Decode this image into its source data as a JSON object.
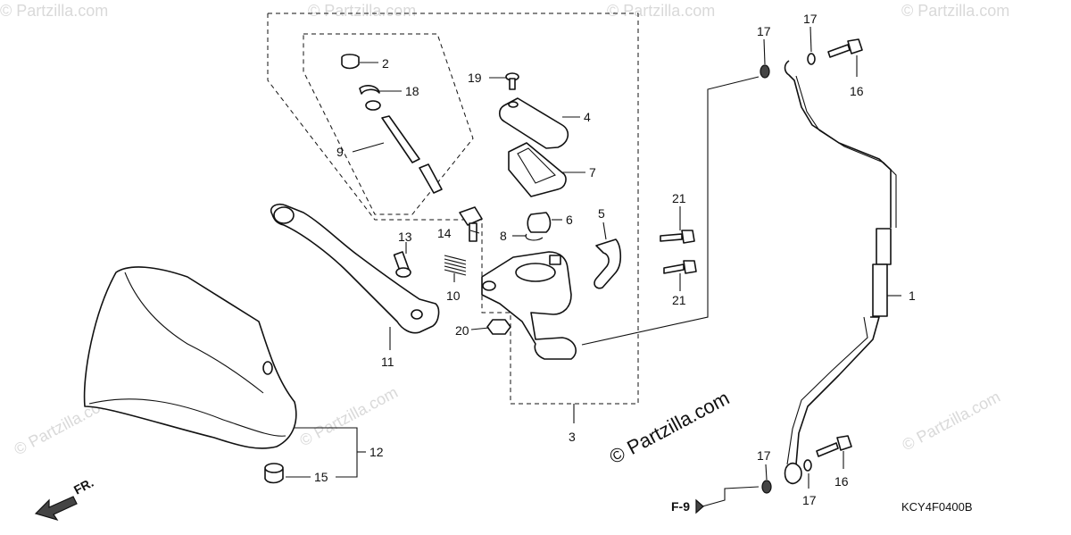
{
  "diagram": {
    "callouts": {
      "p1": "1",
      "p2": "2",
      "p3": "3",
      "p4": "4",
      "p5": "5",
      "p6": "6",
      "p7": "7",
      "p8": "8",
      "p9": "9",
      "p10": "10",
      "p11": "11",
      "p12": "12",
      "p13": "13",
      "p14": "14",
      "p15": "15",
      "p16a": "16",
      "p16b": "16",
      "p17a": "17",
      "p17b": "17",
      "p17c": "17",
      "p17d": "17",
      "p18": "18",
      "p19": "19",
      "p20": "20",
      "p21a": "21",
      "p21b": "21"
    },
    "front_arrow_label": "FR.",
    "reference_label": "F-9",
    "diagram_code": "KCY4F0400B",
    "copyright_mark": "© Partzilla.com",
    "watermark_text": "© Partzilla.com"
  }
}
